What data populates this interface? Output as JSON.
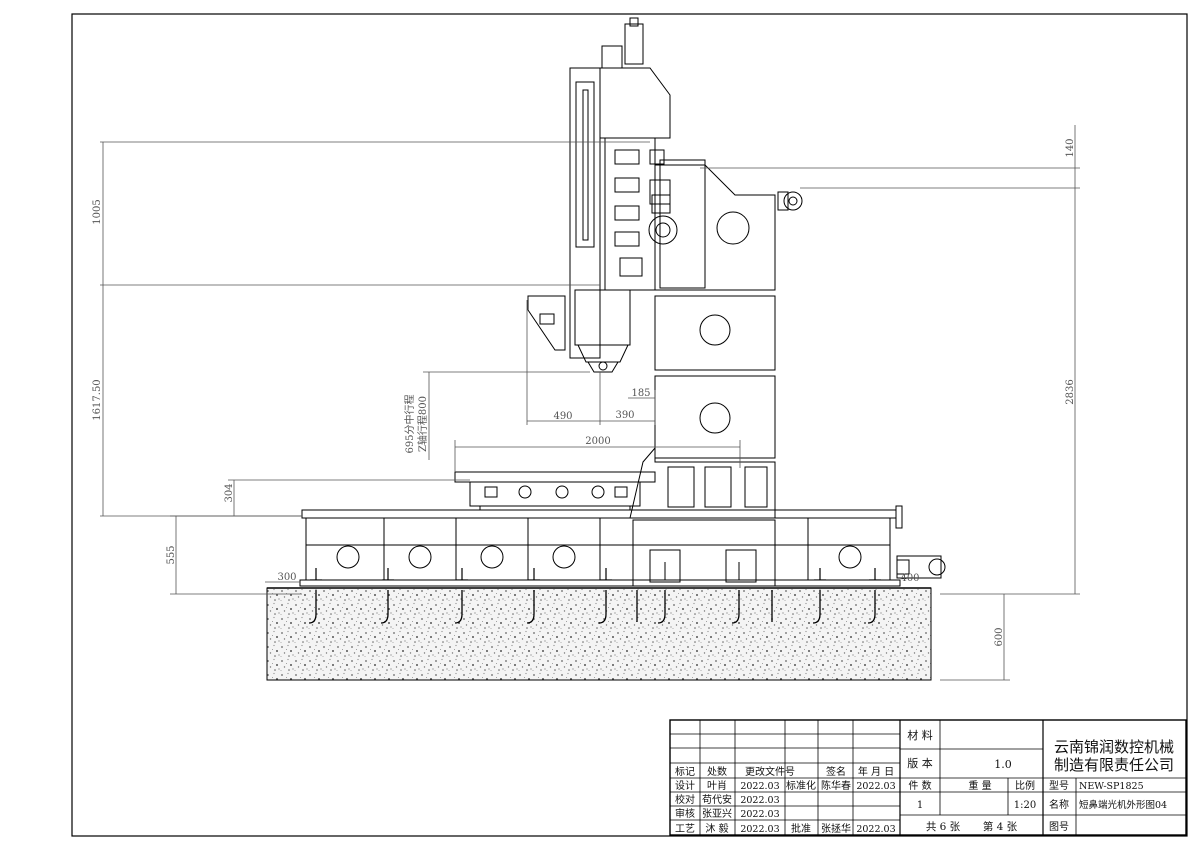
{
  "dimensions": {
    "d_1005": "1005",
    "d_1617_50": "1617.50",
    "d_304": "304",
    "d_555": "555",
    "d_300": "300",
    "d_140": "140",
    "d_2836": "2836",
    "d_600": "600",
    "d_185": "185",
    "d_490": "490",
    "d_390": "390",
    "d_2000": "2000",
    "d_400": "400",
    "z_travel_1": "Z轴行程800",
    "z_travel_2": "695分中行程"
  },
  "title_block": {
    "material_label": "材 料",
    "version_label": "版 本",
    "version_value": "1.0",
    "company_line1": "云南锦润数控机械",
    "company_line2": "制造有限责任公司",
    "mark_label": "标记",
    "count_label": "处数",
    "change_doc_label": "更改文件号",
    "sign_label": "签名",
    "date_label": "年 月 日",
    "pieces_label": "件 数",
    "weight_label": "重 量",
    "scale_label": "比例",
    "model_label": "型号",
    "model_value": "NEW-SP1825",
    "design_label": "设计",
    "designer": "叶肖",
    "design_date": "2022.03",
    "standard_label": "标准化",
    "standard_name": "陈华春",
    "standard_date": "2022.03",
    "check_label": "校对",
    "checker": "苟代安",
    "check_date": "2022.03",
    "pieces_value": "1",
    "scale_value": "1:20",
    "name_label": "名称",
    "name_value": "短鼻端光机外形图04",
    "review_label": "审核",
    "reviewer": "张亚兴",
    "review_date": "2022.03",
    "process_label": "工艺",
    "processor": "沐 毅",
    "process_date": "2022.03",
    "approve_label": "批准",
    "approver": "张拯华",
    "approve_date": "2022.03",
    "sheets_total": "共 6 张",
    "sheet_no": "第 4 张",
    "drawing_no_label": "图号"
  }
}
